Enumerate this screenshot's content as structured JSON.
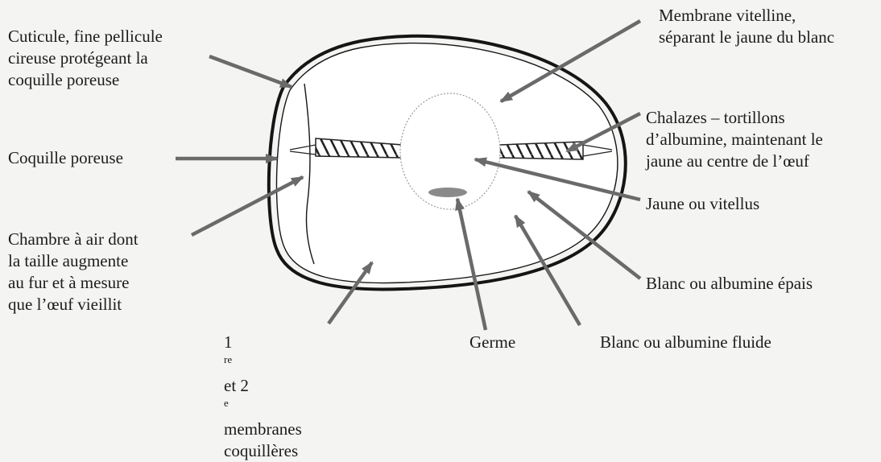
{
  "labels": {
    "cuticule": [
      "Cuticule, fine pellicule",
      "cireuse protégeant la",
      "coquille poreuse"
    ],
    "coquille": [
      "Coquille poreuse"
    ],
    "chambre": [
      "Chambre à air dont",
      "la taille augmente",
      "au fur et à mesure",
      "que l’œuf vieillit"
    ],
    "membranes": {
      "num1": "1",
      "sup1": "re",
      "mid": " et 2",
      "sup2": "e",
      "rest": " membranes",
      "line2": "coquillères"
    },
    "germe": [
      "Germe"
    ],
    "fluide": [
      "Blanc ou albumine fluide"
    ],
    "epais": [
      "Blanc ou albumine épais"
    ],
    "jaune": [
      "Jaune ou vitellus"
    ],
    "chalazes": [
      "Chalazes – tortillons",
      "d’albumine, maintenant le",
      "jaune au centre de l’œuf"
    ],
    "vitelline": [
      "Membrane vitelline,",
      "séparant le jaune du blanc"
    ]
  },
  "colors": {
    "arrow": "#6a6a6a",
    "shell": "#151515",
    "germ": "#8a8a8a",
    "yolk_outline": "#9a9a9a"
  }
}
